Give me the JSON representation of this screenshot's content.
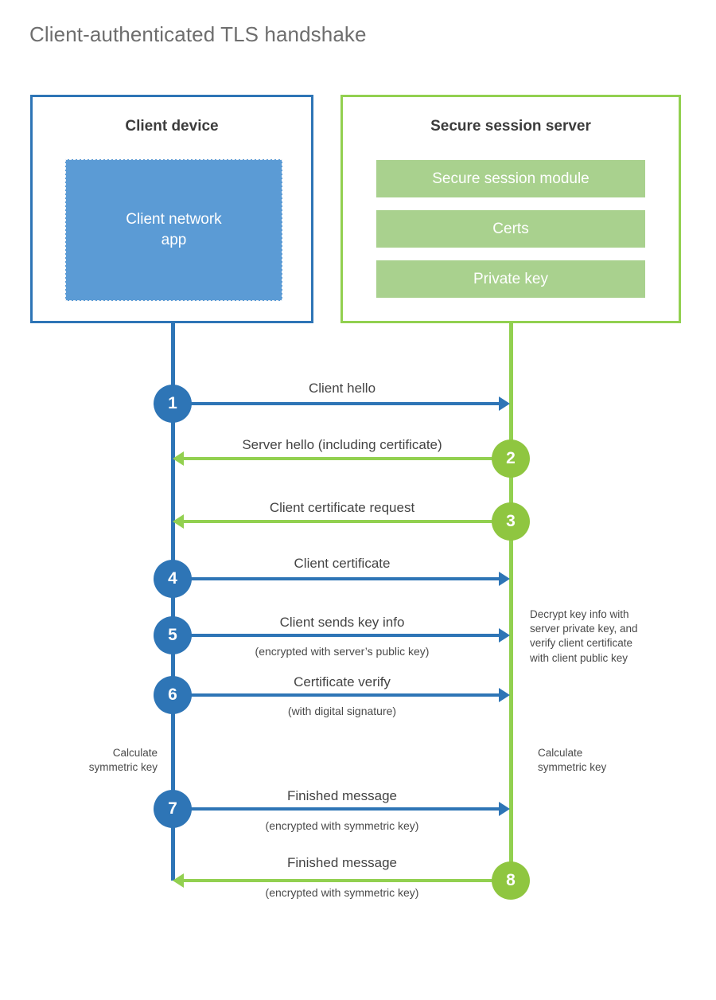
{
  "title": "Client-authenticated TLS handshake",
  "colors": {
    "client_blue": "#2e75b6",
    "client_app_blue": "#5b9bd5",
    "server_green": "#92d050",
    "server_module_green": "#a9d18e",
    "step_circle_green": "#8fc640",
    "title_gray": "#6e6e6e",
    "text_gray": "#444444"
  },
  "client": {
    "title": "Client device",
    "app_label": "Client network\napp"
  },
  "server": {
    "title": "Secure session server",
    "modules": [
      {
        "label": "Secure session module"
      },
      {
        "label": "Certs"
      },
      {
        "label": "Private key"
      }
    ]
  },
  "steps": [
    {
      "number": "1",
      "label": "Client hello",
      "sub": "",
      "direction": "client-to-server"
    },
    {
      "number": "2",
      "label": "Server hello (including certificate)",
      "sub": "",
      "direction": "server-to-client"
    },
    {
      "number": "3",
      "label": "Client certificate request",
      "sub": "",
      "direction": "server-to-client"
    },
    {
      "number": "4",
      "label": "Client certificate",
      "sub": "",
      "direction": "client-to-server"
    },
    {
      "number": "5",
      "label": "Client sends key info",
      "sub": "(encrypted with server’s public key)",
      "direction": "client-to-server"
    },
    {
      "number": "6",
      "label": "Certificate verify",
      "sub": "(with digital signature)",
      "direction": "client-to-server"
    },
    {
      "number": "7",
      "label": "Finished message",
      "sub": "(encrypted with symmetric key)",
      "direction": "client-to-server"
    },
    {
      "number": "8",
      "label": "Finished message",
      "sub": "(encrypted with symmetric key)",
      "direction": "server-to-client"
    }
  ],
  "notes": {
    "decrypt": "Decrypt key info with\nserver private key, and\nverify client certificate\nwith client public key",
    "calculate_client": "Calculate\nsymmetric key",
    "calculate_server": "Calculate\nsymmetric key"
  }
}
